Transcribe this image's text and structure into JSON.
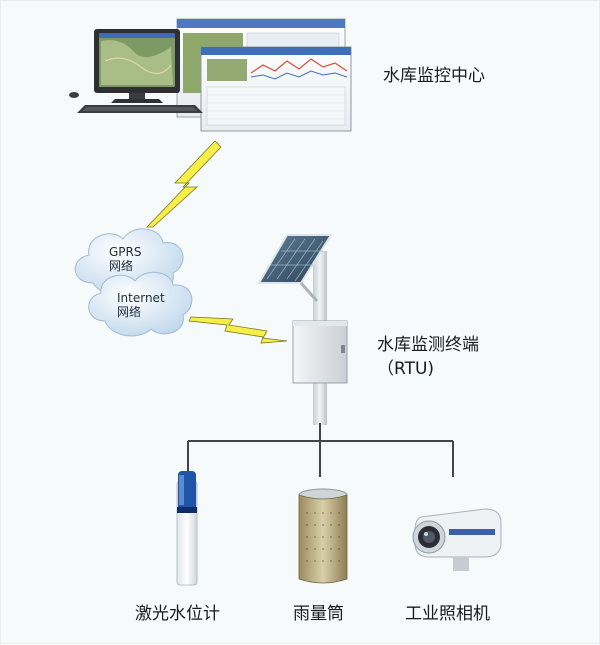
{
  "nodes": {
    "center": {
      "label": "水库监控中心"
    },
    "gprs": {
      "line1": "GPRS",
      "line2": "网络"
    },
    "internet": {
      "line1": "Internet",
      "line2": "网络"
    },
    "rtu": {
      "line1": "水库监测终端",
      "line2": "（RTU)"
    },
    "devices": [
      {
        "label": "激光水位计"
      },
      {
        "label": "雨量筒"
      },
      {
        "label": "工业照相机"
      }
    ]
  },
  "colors": {
    "lightning": "#f6ef4a",
    "cloud": "#cfe3f2",
    "wire": "#444444",
    "pole": "#dde3e6"
  }
}
